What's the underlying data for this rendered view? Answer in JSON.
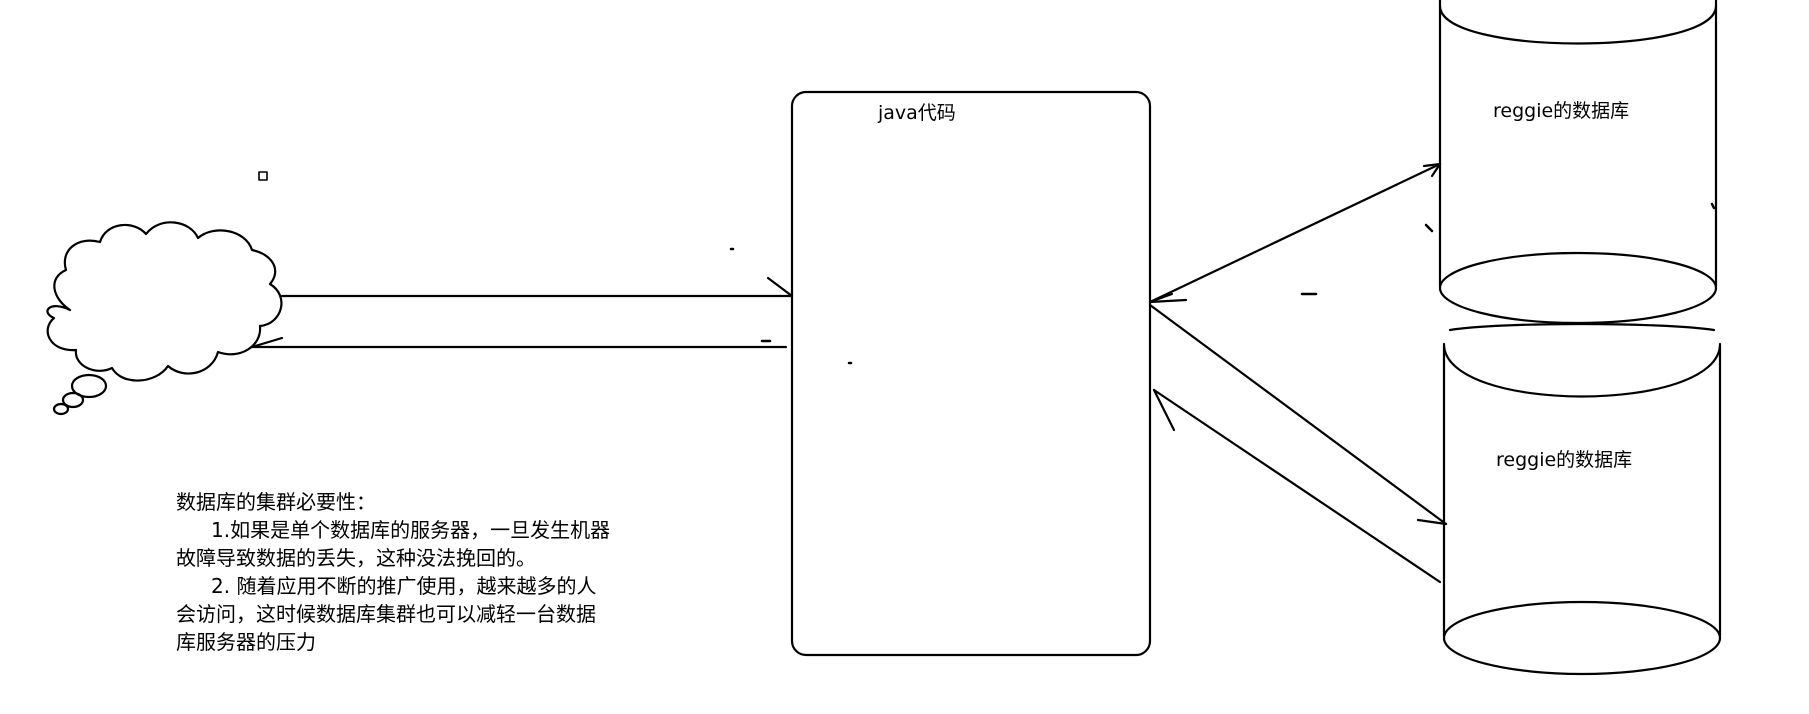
{
  "diagram": {
    "java_box": {
      "label": "java代码"
    },
    "databases": [
      {
        "label": "reggie的数据库"
      },
      {
        "label": "reggie的数据库"
      }
    ],
    "note": {
      "title": "数据库的集群必要性：",
      "lines": [
        "1.如果是单个数据库的服务器，一旦发生机器",
        "故障导致数据的丢失，这种没法挽回的。",
        "2. 随着应用不断的推广使用，越来越多的人",
        "会访问，这时候数据库集群也可以减轻一台数据",
        "库服务器的压力"
      ]
    },
    "stroke_color": "#000000",
    "background_color": "#ffffff"
  }
}
